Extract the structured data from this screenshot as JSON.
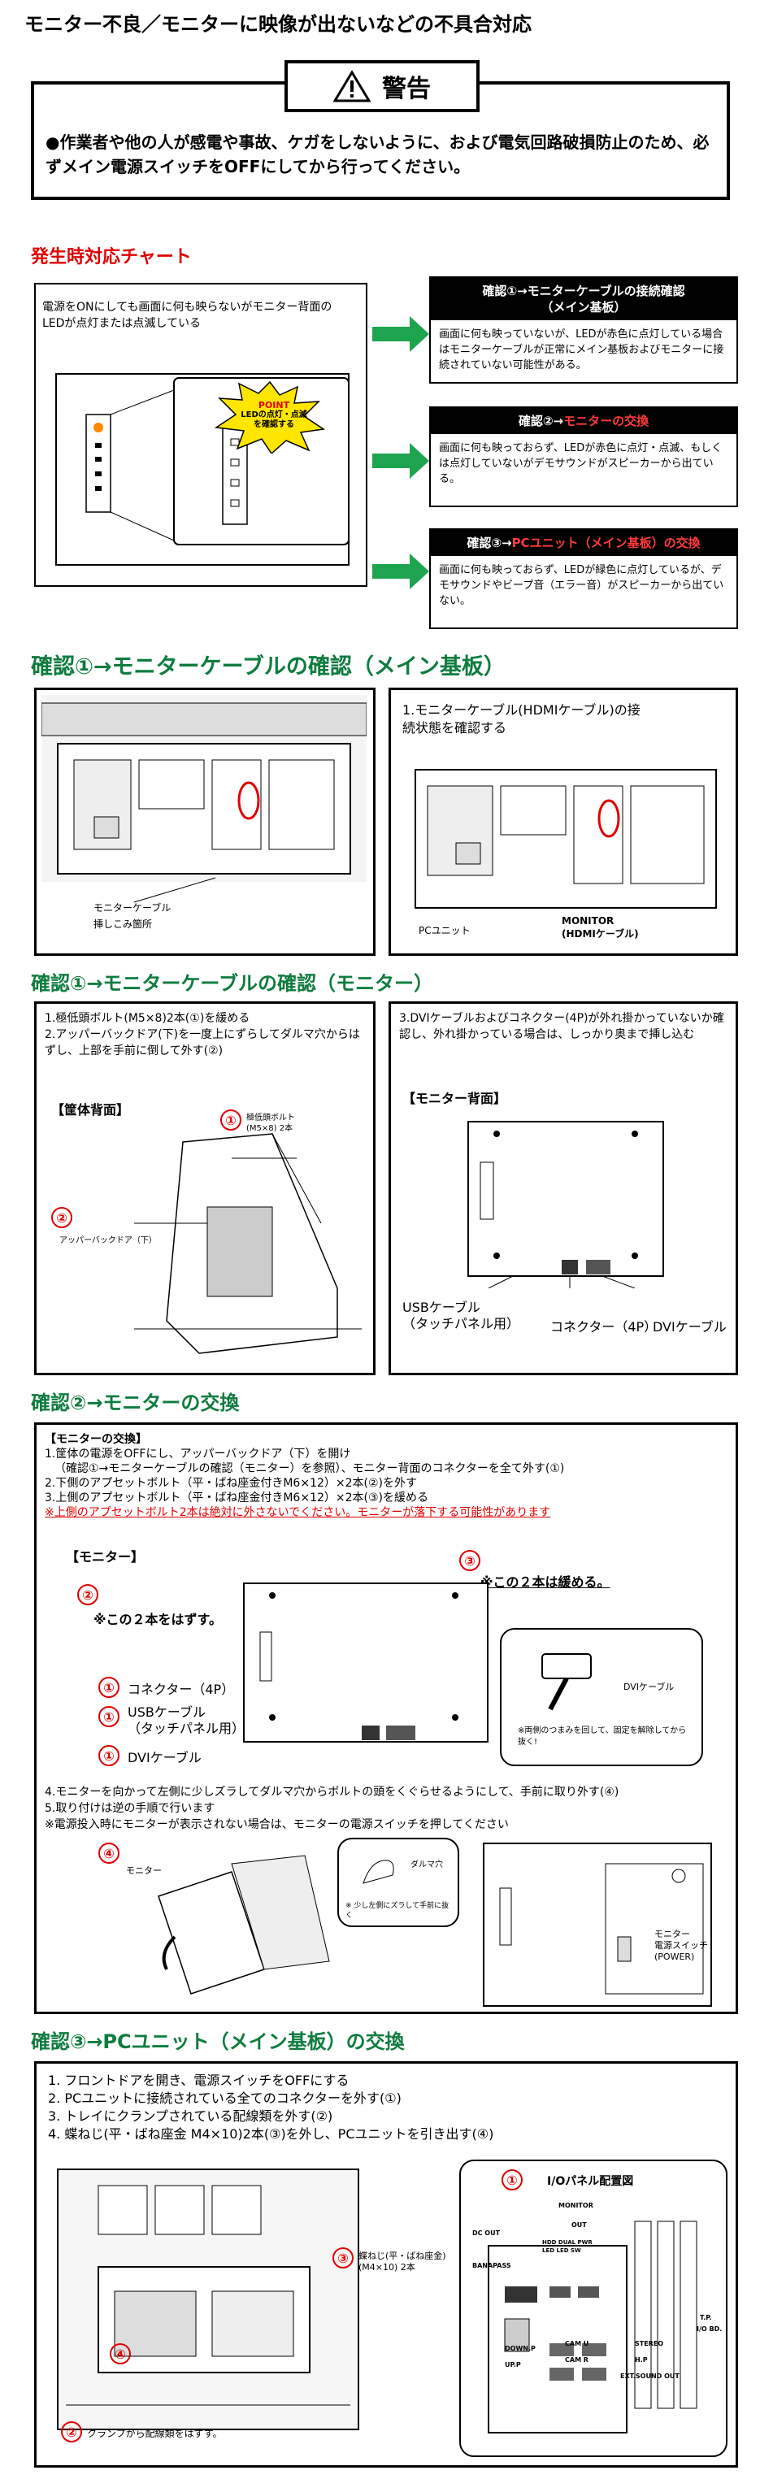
{
  "title": "モニター不良／モニターに映像が出ないなどの不具合対応",
  "warning": {
    "heading": "警告",
    "text": "●作業者や他の人が感電や事故、ケガをしないように、および電気回路破損防止のため、必ずメイン電源スイッチをOFFにしてから行ってください。"
  },
  "chart": {
    "heading": "発生時対応チャート",
    "intro": "電源をONにしても画面に何も映らないがモニター背面のLEDが点灯または点滅している",
    "point_label": "POINT",
    "point_text": "LEDの点灯・点滅を確認する",
    "checks": [
      {
        "head_a": "確認①→モニターケーブルの接続確認",
        "head_b": "（メイン基板）",
        "head_c": "",
        "body": "画面に何も映っていないが、LEDが赤色に点灯している場合はモニターケーブルが正常にメイン基板およびモニターに接続されていない可能性がある。"
      },
      {
        "head_a": "確認②→",
        "head_b": "",
        "head_c": "モニターの交換",
        "body": "画面に何も映っておらず、LEDが赤色に点灯・点滅、もしくは点灯していないがデモサウンドがスピーカーから出ている。"
      },
      {
        "head_a": "確認③→",
        "head_b": "",
        "head_c": "PCユニット（メイン基板）の交換",
        "body": "画面に何も映っておらず、LEDが緑色に点灯しているが、デモサウンドやビープ音（エラー音）がスピーカーから出ていない。"
      }
    ]
  },
  "sec1": {
    "heading": "確認①→モニターケーブルの確認（メイン基板）",
    "left_label": "モニターケーブル\n挿しこみ箇所",
    "right_text": "1.モニターケーブル(HDMIケーブル)の接続状態を確認する",
    "pc_label": "PCユニット",
    "monitor_label": "MONITOR\n(HDMIケーブル)"
  },
  "sec2": {
    "heading": "確認①→モニターケーブルの確認（モニター）",
    "left_text_1": "1.極低頭ボルト(M5×8)2本(①)を緩める",
    "left_text_2": "2.アッパーバックドア(下)を一度上にずらしてダルマ穴からはずし、上部を手前に倒して外す(②)",
    "cabinet_label": "【筐体背面】",
    "bolt_label": "極低頭ボルト(M5×8) 2本",
    "door_label": "アッパーバックドア（下）",
    "right_text": "3.DVIケーブルおよびコネクター(4P)が外れ掛かっていないか確認し、外れ掛かっている場合は、しっかり奥まで挿し込む",
    "monitor_back_label": "【モニター背面】",
    "usb_label": "USBケーブル\n（タッチパネル用）",
    "conn_label": "コネクター（4P）",
    "dvi_label": "DVIケーブル"
  },
  "sec3": {
    "heading": "確認②→モニターの交換",
    "sub": "【モニターの交換】",
    "steps": [
      "1.筐体の電源をOFFにし、アッパーバックドア（下）を開け",
      "（確認①→モニターケーブルの確認（モニター）を参照）、モニター背面のコネクターを全て外す(①)",
      "2.下側のアプセットボルト（平・ばね座金付きM6×12）×2本(②)を外す",
      "3.上側のアプセットボルト（平・ばね座金付きM6×12）×2本(③)を緩める"
    ],
    "caution": "※上側のアプセットボルト2本は絶対に外さないでください。モニターが落下する可能性があります",
    "monitor_label": "【モニター】",
    "keep_label": "※この２本は緩める。",
    "remove_label": "※この２本をはずす。",
    "conn_label": "コネクター（4P）",
    "usb_label": "USBケーブル\n（タッチパネル用）",
    "dvi_label": "DVIケーブル",
    "dvi_callout": "DVIケーブル",
    "dvi_note": "※両側のつまみを回して、固定を解除してから抜く!",
    "steps2": [
      "4.モニターを向かって左側に少しズラしてダルマ穴からボルトの頭をくぐらせるようにして、手前に取り外す(④)",
      "5.取り付けは逆の手順で行います",
      "※電源投入時にモニターが表示されない場合は、モニターの電源スイッチを押してください"
    ],
    "monitor_small": "モニター",
    "daruma": "ダルマ穴",
    "daruma_note": "※ 少し左側にズラして手前に抜く",
    "power_label": "モニター\n電源スイッチ\n(POWER)"
  },
  "sec4": {
    "heading": "確認③→PCユニット（メイン基板）の交換",
    "steps": [
      "1. フロントドアを開き、電源スイッチをOFFにする",
      "2. PCユニットに接続されている全てのコネクターを外す(①)",
      "3. トレイにクランプされている配線類を外す(②)",
      "4. 蝶ねじ(平・ばね座金 M4×10)2本(③)を外し、PCユニットを引き出す(④)"
    ],
    "screw_label": "蝶ねじ(平・ばね座金)\n(M4×10) 2本",
    "clamp_label": "クランプから配線類をはずす。",
    "io_title": "I/Oパネル配置図",
    "io_labels": [
      "MONITOR",
      "OUT",
      "DC OUT",
      "HDD DUAL PWR",
      "LED LED SW",
      "BANAPASS",
      "DOWN.P",
      "CAM U",
      "STEREO",
      "T.P.",
      "I/O BD.",
      "UP.P",
      "CAM R",
      "H.P",
      "EXT.SOUND OUT"
    ]
  },
  "circled": [
    "①",
    "②",
    "③",
    "④"
  ],
  "colors": {
    "red": "#e00000",
    "green": "#0f7c3f",
    "arrow_green": "#1ea34f",
    "point_yellow": "#ffe600"
  }
}
